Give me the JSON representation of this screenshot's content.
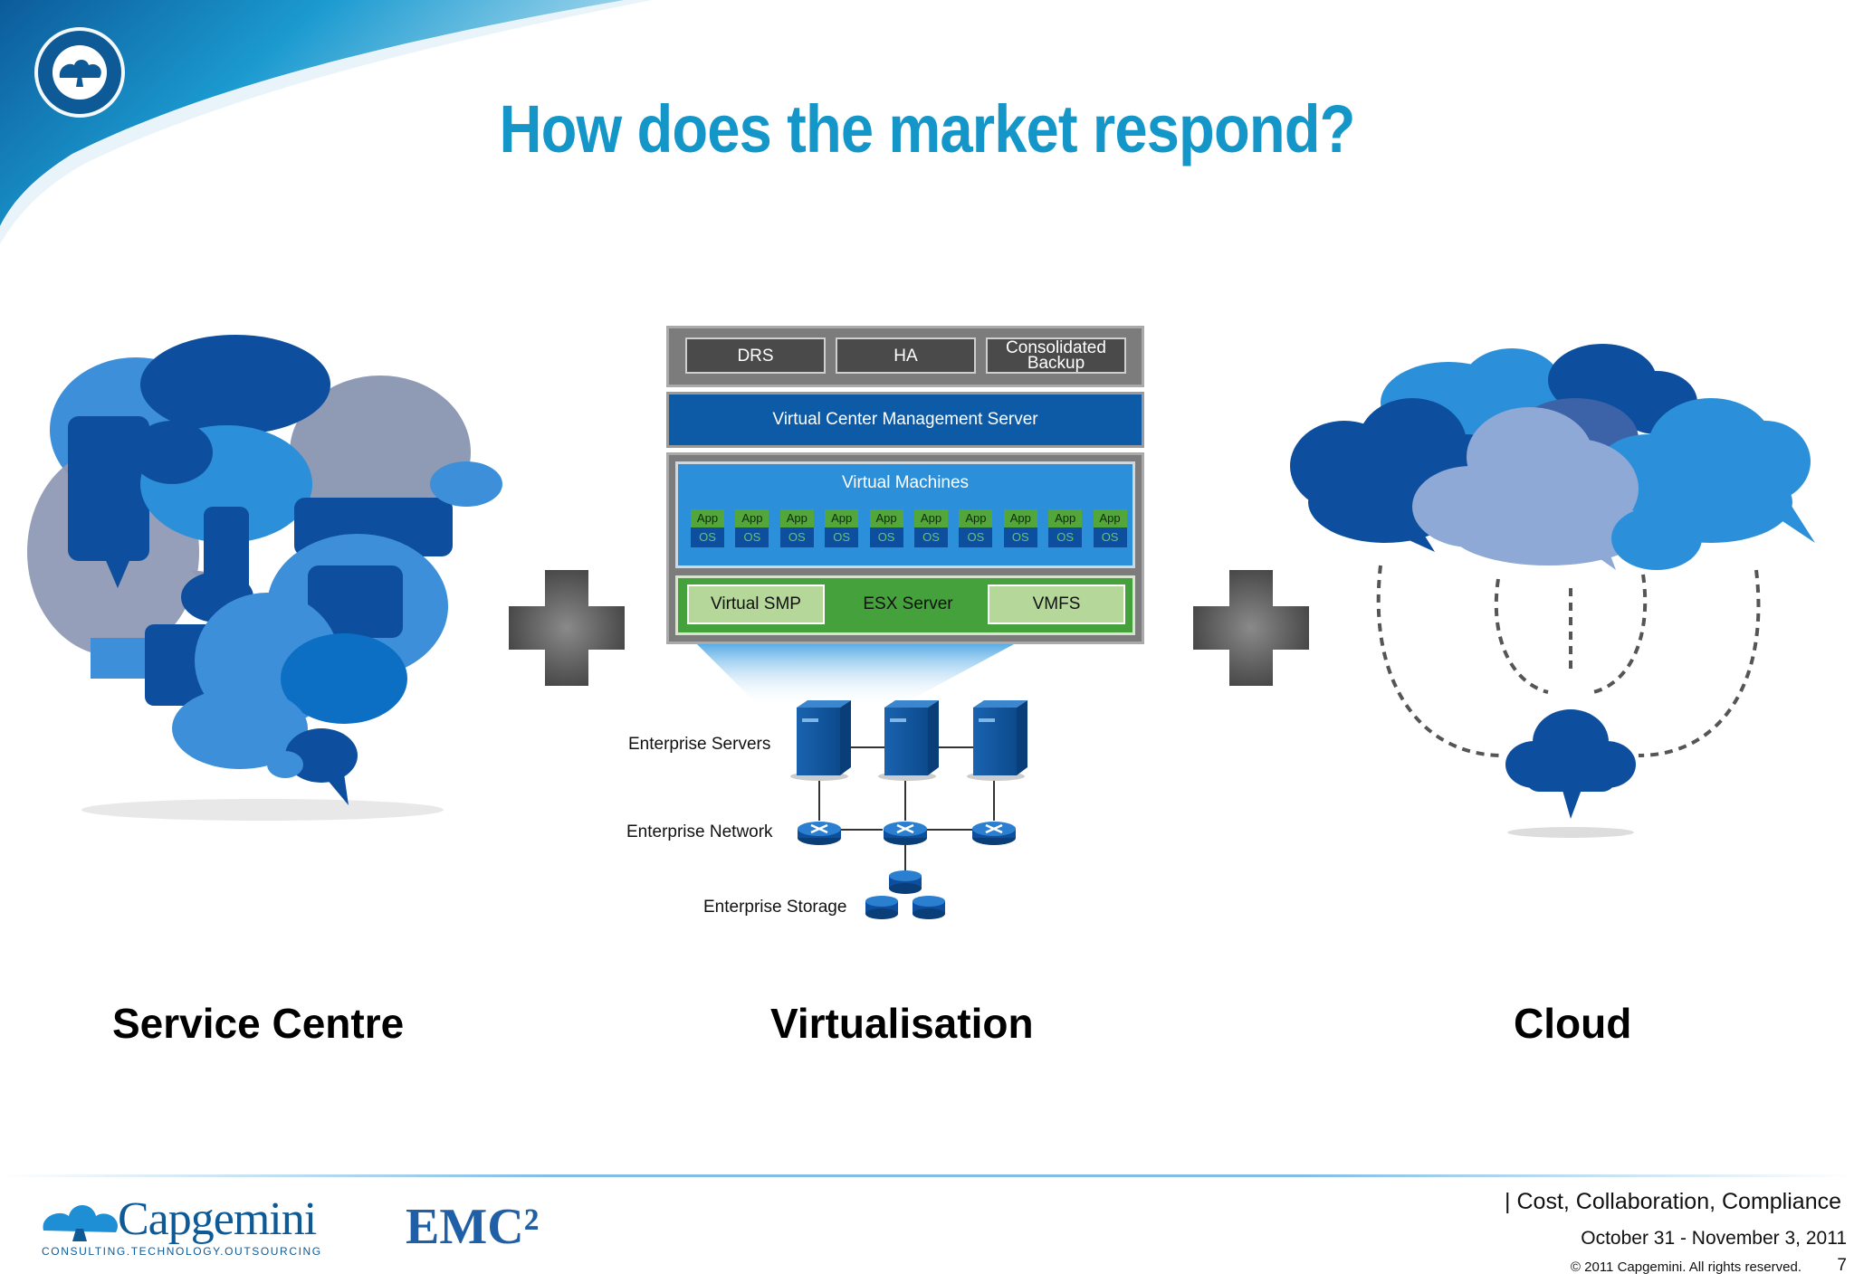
{
  "slide": {
    "title": "How does the market respond?"
  },
  "captions": {
    "service_centre": "Service Centre",
    "virtualisation": "Virtualisation",
    "cloud": "Cloud"
  },
  "virtualisation_diagram": {
    "top_buttons": [
      "DRS",
      "HA",
      "Consolidated Backup"
    ],
    "management_server": "Virtual Center Management Server",
    "virtual_machines_title": "Virtual Machines",
    "vm_app_label": "App",
    "vm_os_label": "OS",
    "vm_count": 10,
    "esx_row": {
      "left": "Virtual SMP",
      "center": "ESX Server",
      "right": "VMFS"
    },
    "enterprise_servers": "Enterprise Servers",
    "enterprise_network": "Enterprise Network",
    "enterprise_storage": "Enterprise Storage"
  },
  "footer": {
    "tagline": "| Cost, Collaboration, Compliance",
    "date": "October 31 - November 3, 2011",
    "copyright": "© 2011 Capgemini. All rights reserved.",
    "page_number": "7",
    "capgemini_logo_text": "Capgemini",
    "capgemini_subtext": "CONSULTING.TECHNOLOGY.OUTSOURCING",
    "emc_logo_text": "EMC²"
  },
  "colors": {
    "title_blue": "#1596c9",
    "dark_blue": "#0d4f9e",
    "mid_blue": "#2b8fd9",
    "grey_blue": "#8f9ab5",
    "green": "#44a13b",
    "light_green": "#b5d89a",
    "plus_grey": "#5a5a5a"
  },
  "icons": {
    "corner_logo": "capgemini-seal-icon",
    "plus": "plus-icon",
    "server": "server-icon",
    "router": "router-icon",
    "storage": "storage-disk-icon"
  }
}
